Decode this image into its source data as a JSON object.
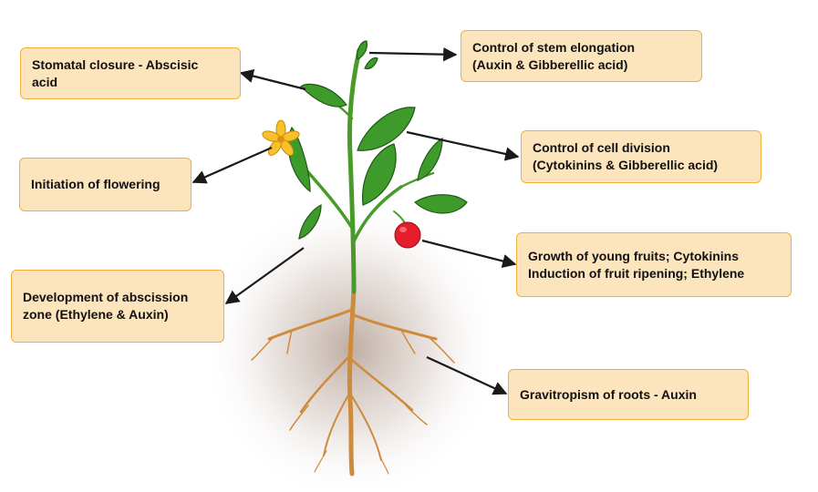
{
  "labels": {
    "stomatal_closure": "Stomatal closure - Abscisic\nacid",
    "stem_elongation": "Control of stem elongation\n(Auxin & Gibberellic acid)",
    "cell_division": "Control of cell division\n(Cytokinins & Gibberellic acid)",
    "flowering": "Initiation of flowering",
    "fruits": "Growth of young fruits; Cytokinins\nInduction of fruit ripening; Ethylene",
    "abscission": "Development of abscission\nzone (Ethylene & Auxin)",
    "gravitropism": "Gravitropism of roots - Auxin"
  },
  "colors": {
    "box_fill": "#fce4bd",
    "box_border": "#f0b03a",
    "leaf": "#3f9a2c",
    "stem": "#4a9a2a",
    "root": "#d08a3c",
    "flower": "#f7c12b",
    "fruit": "#e61e2b",
    "arrow": "#1a1a1a"
  }
}
